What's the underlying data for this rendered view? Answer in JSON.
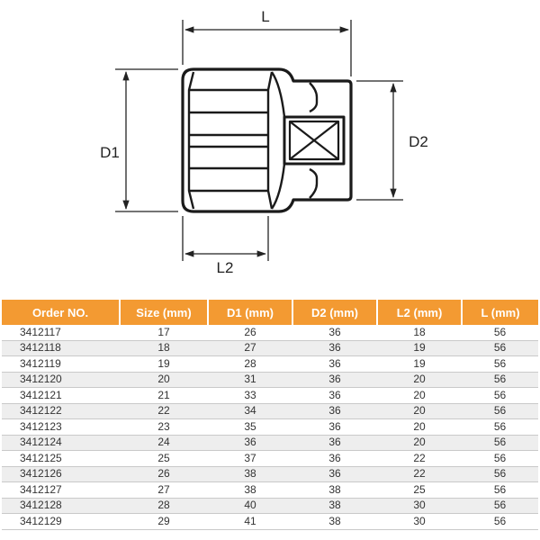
{
  "diagram": {
    "labels": {
      "L": "L",
      "D1": "D1",
      "D2": "D2",
      "L2": "L2"
    }
  },
  "table": {
    "header_color": "#f39a32",
    "columns": [
      "Order NO.",
      "Size (mm)",
      "D1 (mm)",
      "D2 (mm)",
      "L2 (mm)",
      "L (mm)"
    ],
    "rows": [
      [
        "3412117",
        "17",
        "26",
        "36",
        "18",
        "56"
      ],
      [
        "3412118",
        "18",
        "27",
        "36",
        "19",
        "56"
      ],
      [
        "3412119",
        "19",
        "28",
        "36",
        "19",
        "56"
      ],
      [
        "3412120",
        "20",
        "31",
        "36",
        "20",
        "56"
      ],
      [
        "3412121",
        "21",
        "33",
        "36",
        "20",
        "56"
      ],
      [
        "3412122",
        "22",
        "34",
        "36",
        "20",
        "56"
      ],
      [
        "3412123",
        "23",
        "35",
        "36",
        "20",
        "56"
      ],
      [
        "3412124",
        "24",
        "36",
        "36",
        "20",
        "56"
      ],
      [
        "3412125",
        "25",
        "37",
        "36",
        "22",
        "56"
      ],
      [
        "3412126",
        "26",
        "38",
        "36",
        "22",
        "56"
      ],
      [
        "3412127",
        "27",
        "38",
        "38",
        "25",
        "56"
      ],
      [
        "3412128",
        "28",
        "40",
        "38",
        "30",
        "56"
      ],
      [
        "3412129",
        "29",
        "41",
        "38",
        "30",
        "56"
      ]
    ]
  }
}
